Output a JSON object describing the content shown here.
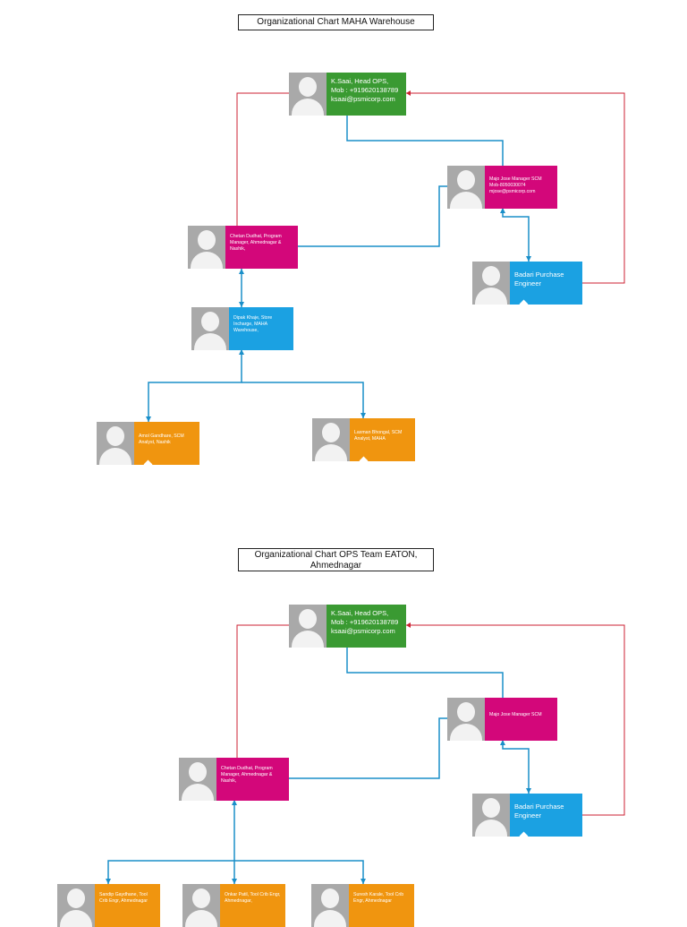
{
  "colors": {
    "green": "#3a9a32",
    "magenta": "#d3077a",
    "blue": "#1ba1e2",
    "orange": "#f0950f",
    "red_link": "#cc2233",
    "blue_link": "#1a8fc9"
  },
  "chart1": {
    "title": "Organizational Chart MAHA Warehouse",
    "head": {
      "line1": "K.Saai, Head OPS,",
      "line2": "Mob : +919620138789",
      "line3": "ksaai@psmicorp.com"
    },
    "scm_manager": {
      "line1": "Majo Jose Manager SCM",
      "line2": "Mob-8050030074",
      "line3": "mjose@psmicorp.com"
    },
    "program_manager": {
      "line1": "Chetan Dudhat, Program Manager, Ahmednagar & Nashik,"
    },
    "purchase_engineer": {
      "line1": "Badari Purchase",
      "line2": "Engineer"
    },
    "store_incharge": {
      "line1": "Dipak Khaje, Store Incharge, MAHA Warehouse,"
    },
    "analyst_nashik": {
      "line1": "Amol Gandhare, SCM Analyst, Nashik"
    },
    "analyst_maha": {
      "line1": "Laxman Bhongal, SCM Analyst, MAHA"
    }
  },
  "chart2": {
    "title_line1": "Organizational Chart OPS Team EATON,",
    "title_line2": "Ahmednagar",
    "head": {
      "line1": "K.Saai, Head OPS,",
      "line2": "Mob : +919620138789",
      "line3": "ksaai@psmicorp.com"
    },
    "scm_manager": {
      "line1": "Majo Jose Manager SCM"
    },
    "program_manager": {
      "line1": "Chetan Dudhat, Program Manager, Ahmednagar & Nashik,"
    },
    "purchase_engineer": {
      "line1": "Badari Purchase",
      "line2": "Engineer"
    },
    "crib_engr_1": {
      "line1": "Sandip Gaydhane, Tool Crib Engr, Ahmednagar"
    },
    "crib_engr_2": {
      "line1": "Onkar Patil, Tool Crib Engr, Ahmednagar,"
    },
    "crib_engr_3": {
      "line1": "Suresh Karale, Tool Crib Engr, Ahmednagar"
    }
  }
}
